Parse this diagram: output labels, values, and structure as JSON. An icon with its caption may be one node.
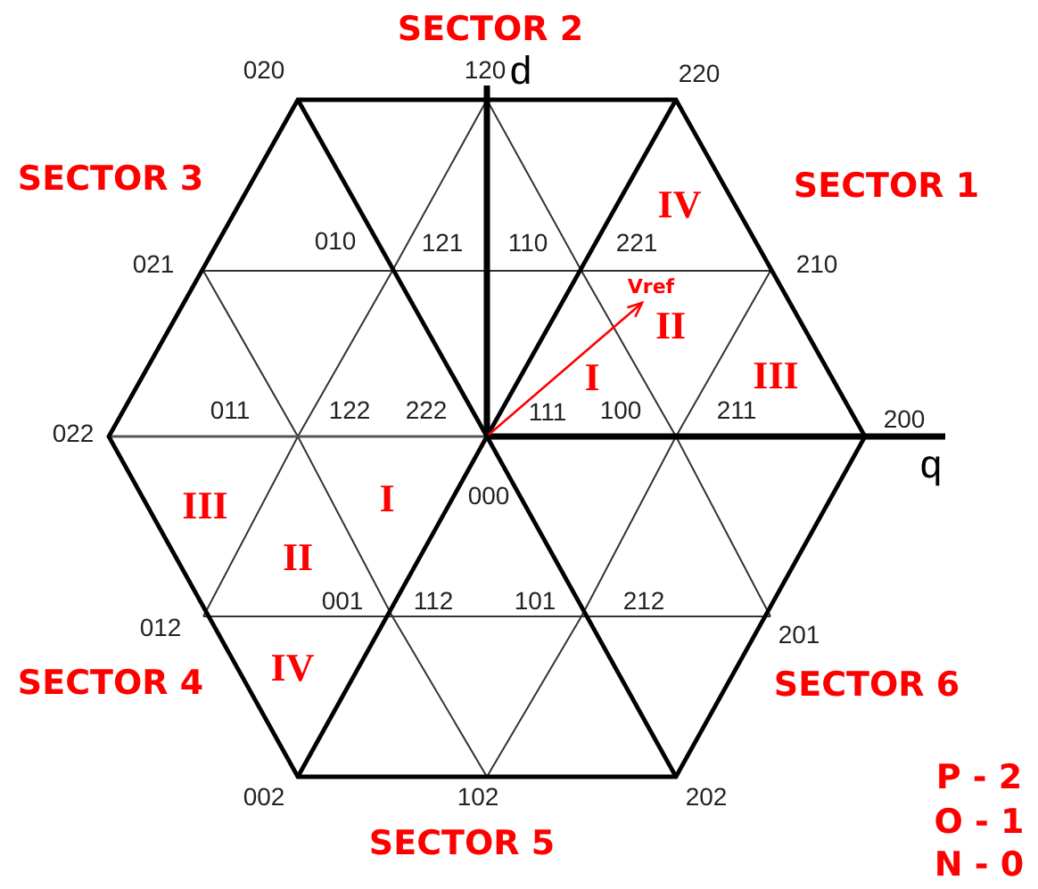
{
  "diagram": {
    "labels": [
      "SECTOR 2",
      "020",
      "120",
      "d",
      "220",
      "SECTOR 3",
      "SECTOR 1",
      "IV",
      "010",
      "121",
      "110",
      "221",
      "021",
      "210",
      "Vref",
      "II",
      "I",
      "III",
      "011",
      "122",
      "222",
      "111",
      "100",
      "211",
      "022",
      "200",
      "q",
      "III",
      "I",
      "000",
      "II",
      "001",
      "112",
      "101",
      "212",
      "012",
      "201",
      "IV",
      "SECTOR 4",
      "SECTOR 6",
      "002",
      "102",
      "202",
      "SECTOR 5",
      "P - 2",
      "O - 1",
      "N - 0"
    ]
  }
}
